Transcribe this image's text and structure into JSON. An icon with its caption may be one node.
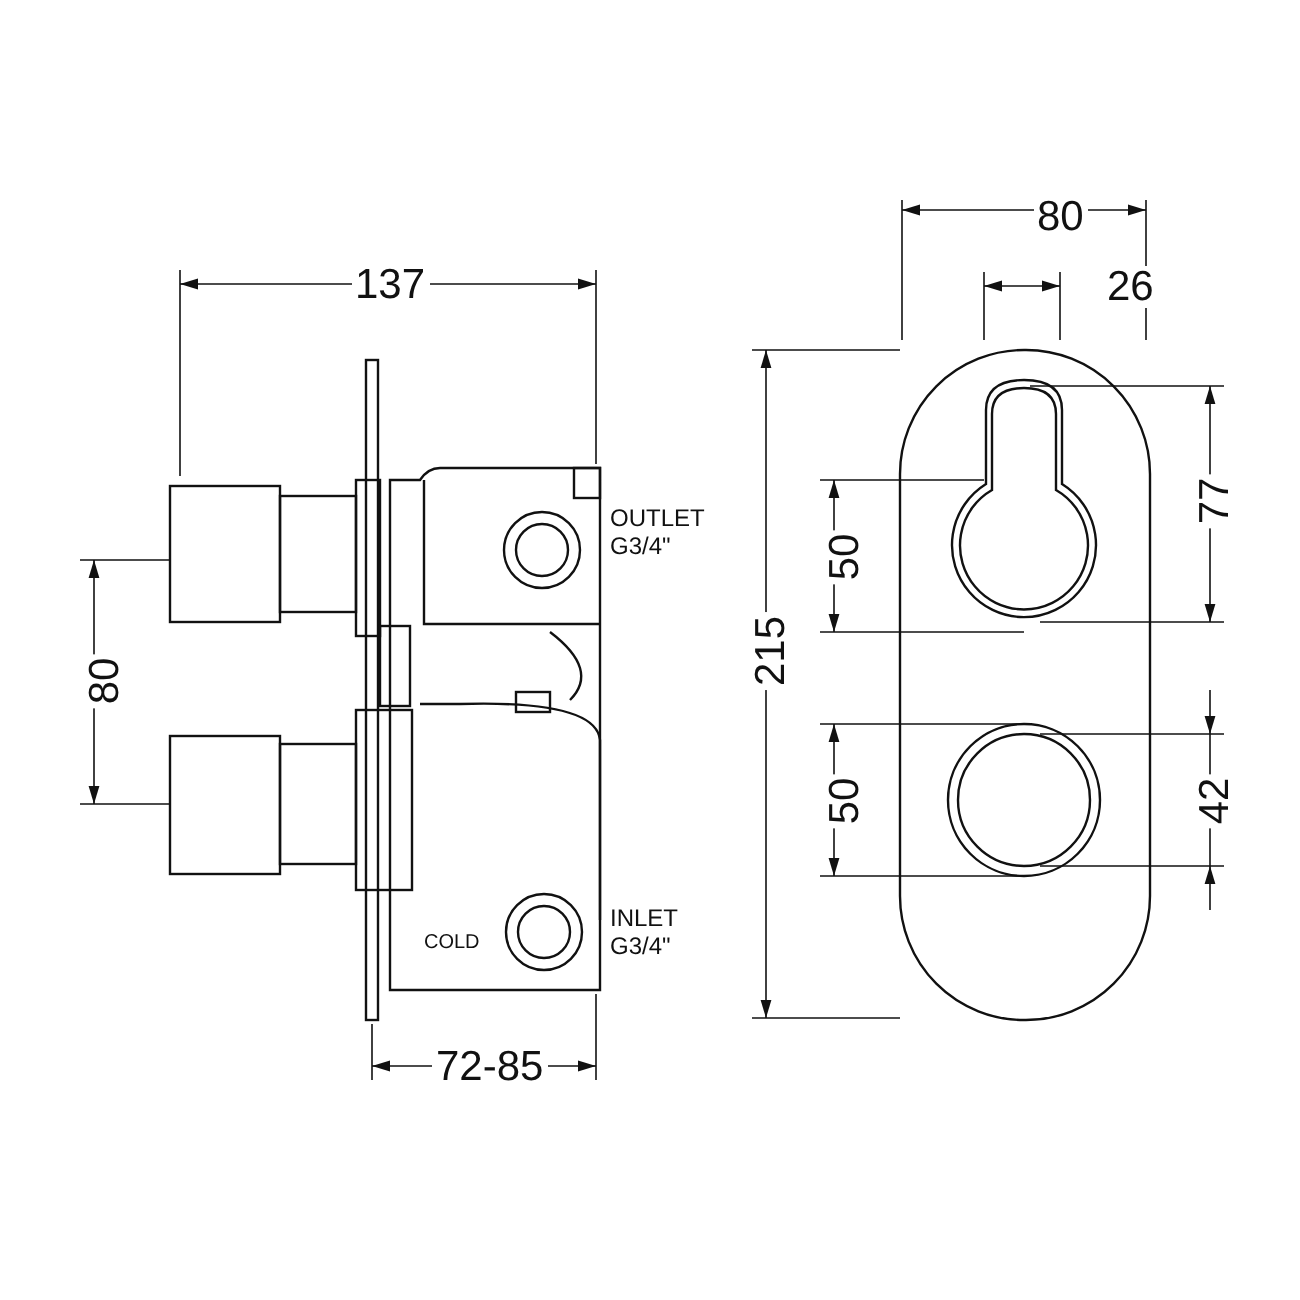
{
  "diagram": {
    "labels": [
      "80",
      "137",
      "26",
      "OUTLET G3/4\"",
      "50",
      "77",
      "215",
      "80",
      "50",
      "42",
      "INLET G3/4\"",
      "COLD",
      "72-85"
    ]
  }
}
